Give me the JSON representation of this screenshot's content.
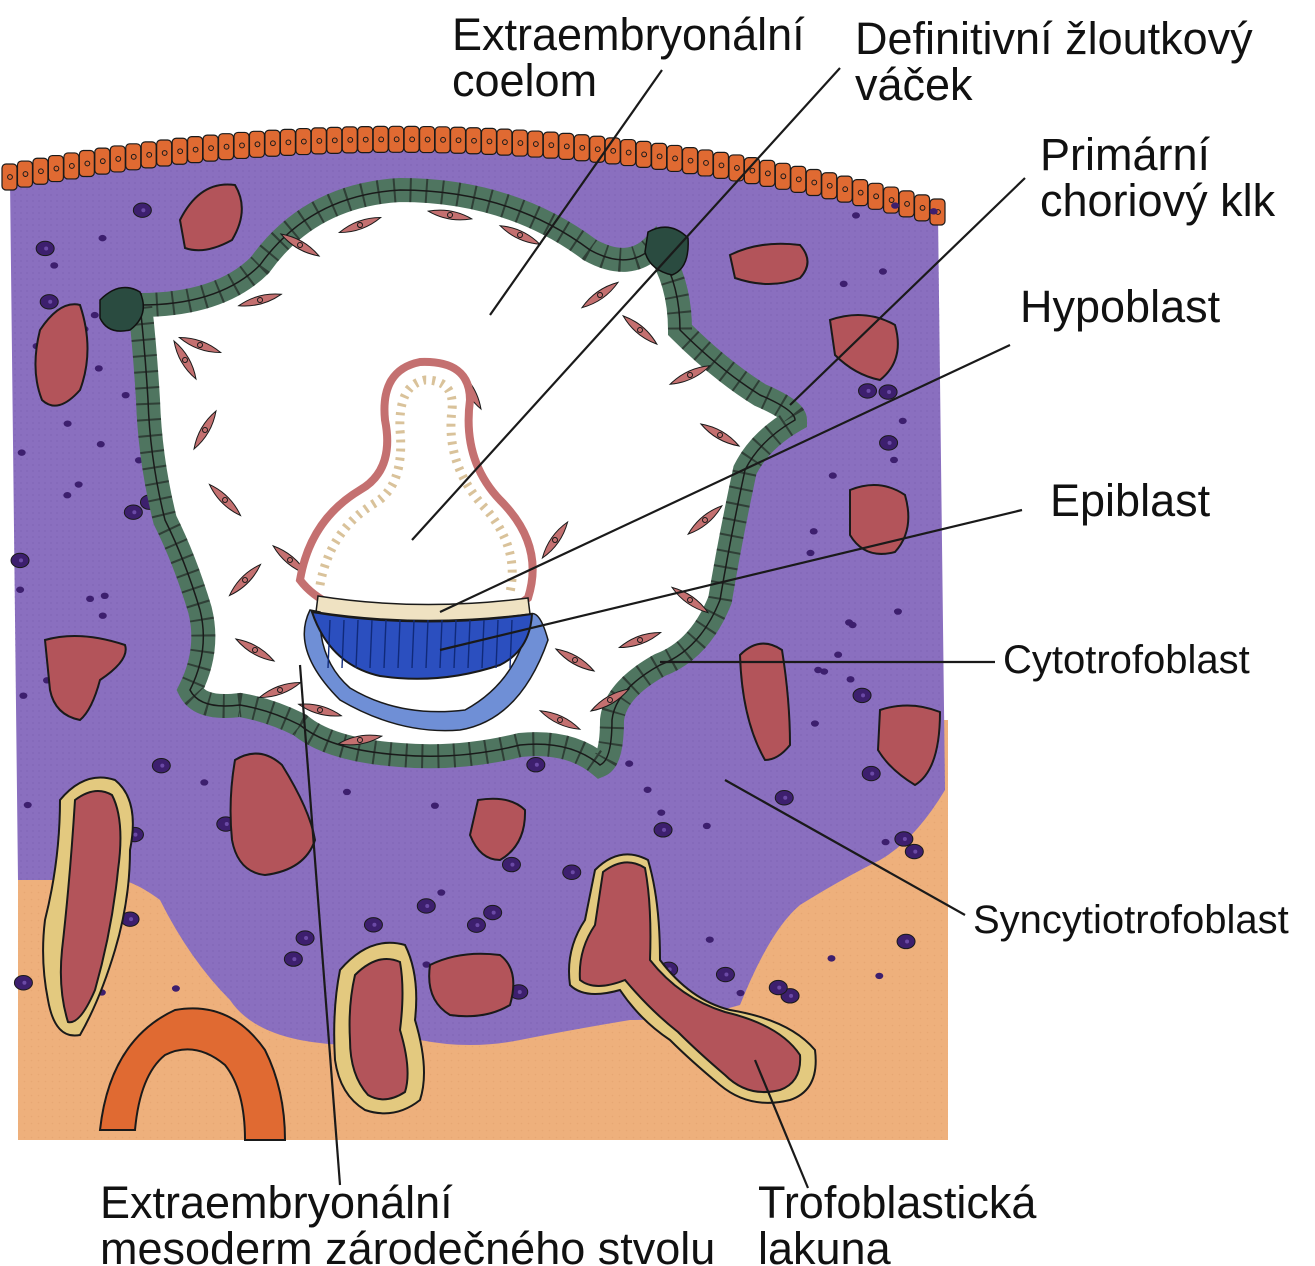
{
  "labels": {
    "extraembryonic_coelom": {
      "line1": "Extraembryonální",
      "line2": "coelom"
    },
    "definitive_yolk_sac": {
      "line1": "Definitivní žloutkový",
      "line2": "váček"
    },
    "primary_chorionic_villus": {
      "line1": "Primární",
      "line2": "choriový klk"
    },
    "hypoblast": "Hypoblast",
    "epiblast": "Epiblast",
    "cytotrophoblast": "Cytotrofoblast",
    "syncytiotrophoblast": "Syncytiotrofoblast",
    "extraembryonic_mesoderm_stalk": {
      "line1": "Extraembryonální",
      "line2": "mesoderm zárodečného stvolu"
    },
    "trophoblastic_lacuna": {
      "line1": "Trofoblastická",
      "line2": "lakuna"
    }
  },
  "colors": {
    "syncytiotrophoblast": "#8a6fbf",
    "syncytio_nuclei": "#3d1f6e",
    "cytotrophoblast": "#4f7560",
    "lacuna": "#b3545a",
    "endometrium": "#eeb07c",
    "uterine_epithelium": "#e06a32",
    "epiblast": "#2b4fbf",
    "amnion": "#6f8fd6",
    "hypoblast": "#efe2c2",
    "mesoderm_cells": "#c47070",
    "coelom": "#ffffff",
    "gland_epithelium": "#e3c97f"
  }
}
